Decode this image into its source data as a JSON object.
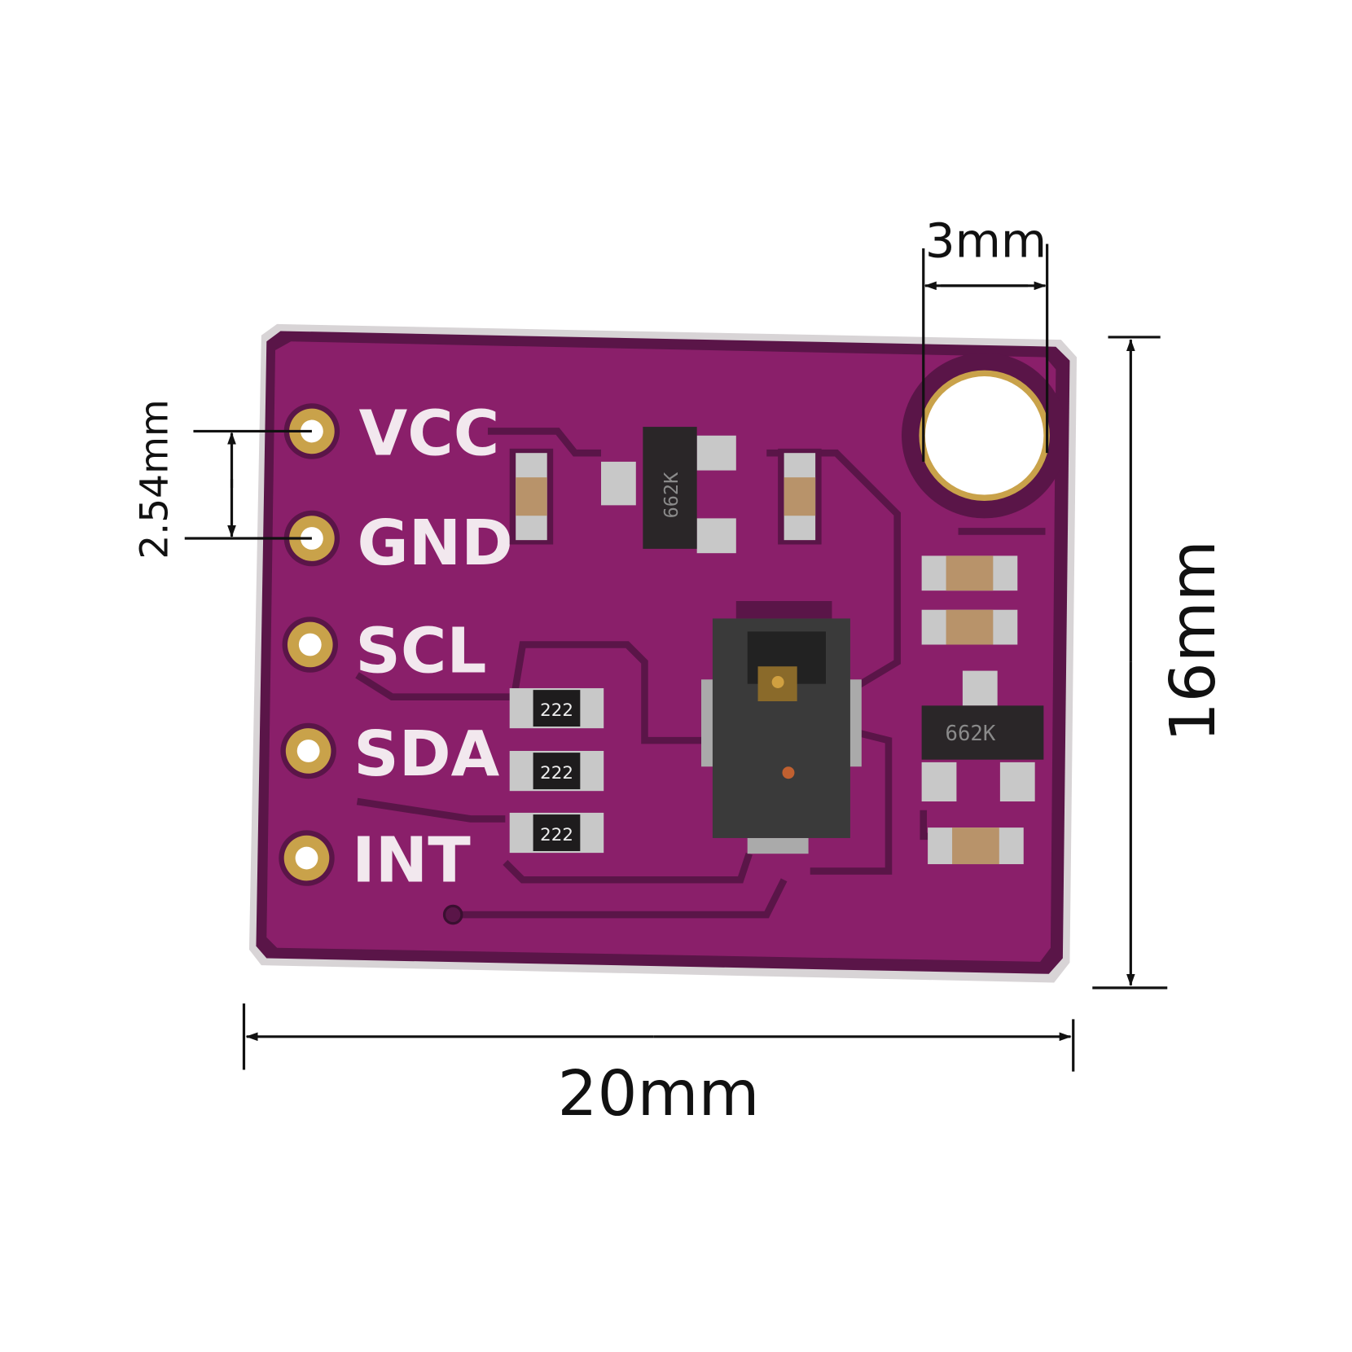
{
  "board": {
    "pins": [
      "VCC",
      "GND",
      "SCL",
      "SDA",
      "INT"
    ],
    "regulator_top_marking": "662K",
    "regulator_right_marking": "662K",
    "resistor_markings": [
      "222",
      "222",
      "222"
    ]
  },
  "dimensions": {
    "hole_diameter": "3mm",
    "pin_pitch": "2.54mm",
    "height": "16mm",
    "width": "20mm"
  },
  "colors": {
    "pcb": "#8a1f6a",
    "pcb_dark": "#5a1548",
    "gold": "#c9a24a",
    "silkscreen": "#f2e8ee"
  }
}
